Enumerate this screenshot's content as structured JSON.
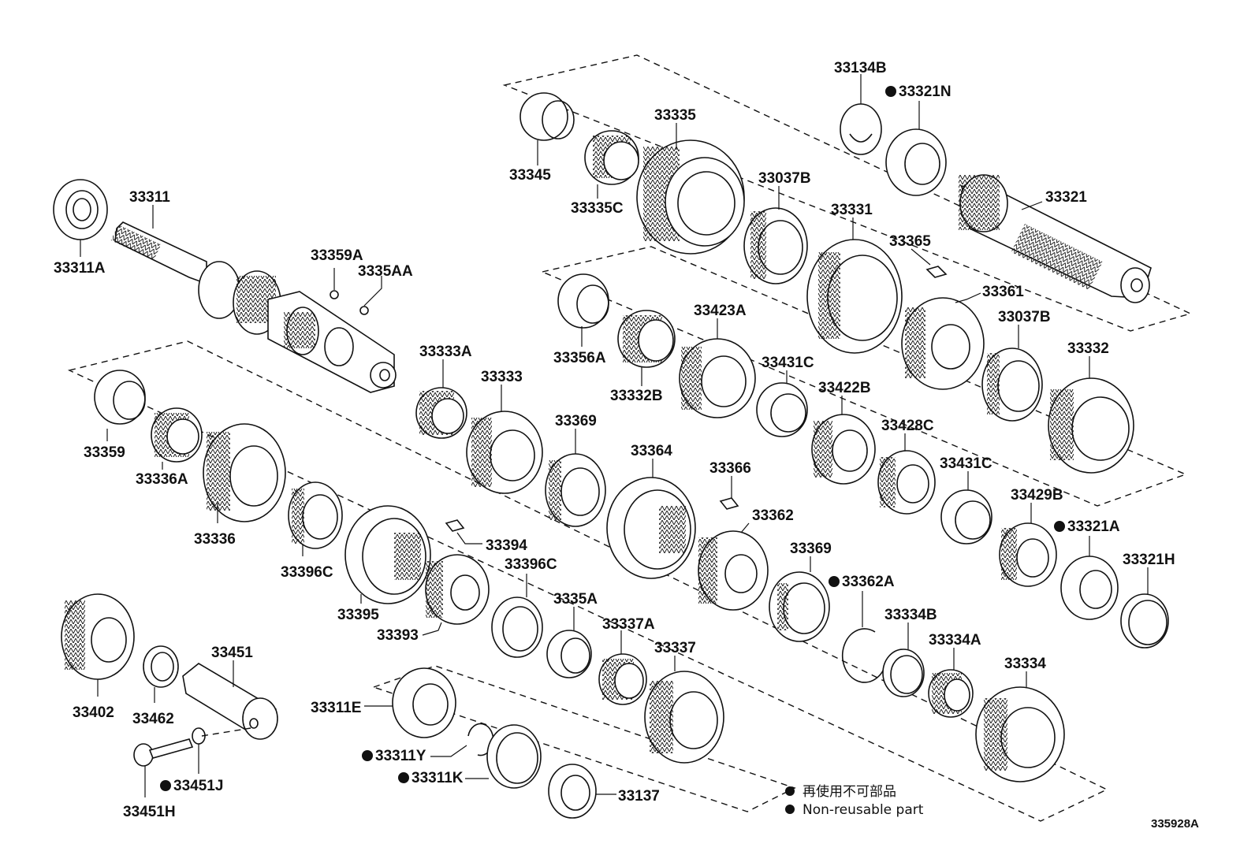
{
  "diagram_code": "335928A",
  "legend": {
    "japanese": "再使用不可部品",
    "english": "Non-reusable part"
  },
  "parts": [
    {
      "key": "p33311A",
      "label": "33311A",
      "non_reusable": false
    },
    {
      "key": "p33311",
      "label": "33311",
      "non_reusable": false
    },
    {
      "key": "p33359A",
      "label": "33359A",
      "non_reusable": false
    },
    {
      "key": "p3335AA",
      "label": "3335AA",
      "non_reusable": false
    },
    {
      "key": "p33345",
      "label": "33345",
      "non_reusable": false
    },
    {
      "key": "p33335C",
      "label": "33335C",
      "non_reusable": false
    },
    {
      "key": "p33335",
      "label": "33335",
      "non_reusable": false
    },
    {
      "key": "p33037B_a",
      "label": "33037B",
      "non_reusable": false
    },
    {
      "key": "p33134B",
      "label": "33134B",
      "non_reusable": false
    },
    {
      "key": "p33321N",
      "label": "33321N",
      "non_reusable": true
    },
    {
      "key": "p33321",
      "label": "33321",
      "non_reusable": false
    },
    {
      "key": "p33331",
      "label": "33331",
      "non_reusable": false
    },
    {
      "key": "p33365",
      "label": "33365",
      "non_reusable": false
    },
    {
      "key": "p33361",
      "label": "33361",
      "non_reusable": false
    },
    {
      "key": "p33037B_b",
      "label": "33037B",
      "non_reusable": false
    },
    {
      "key": "p33332",
      "label": "33332",
      "non_reusable": false
    },
    {
      "key": "p33356A",
      "label": "33356A",
      "non_reusable": false
    },
    {
      "key": "p33332B",
      "label": "33332B",
      "non_reusable": false
    },
    {
      "key": "p33423A",
      "label": "33423A",
      "non_reusable": false
    },
    {
      "key": "p33431C_a",
      "label": "33431C",
      "non_reusable": false
    },
    {
      "key": "p33422B",
      "label": "33422B",
      "non_reusable": false
    },
    {
      "key": "p33428C",
      "label": "33428C",
      "non_reusable": false
    },
    {
      "key": "p33431C_b",
      "label": "33431C",
      "non_reusable": false
    },
    {
      "key": "p33429B",
      "label": "33429B",
      "non_reusable": false
    },
    {
      "key": "p33321A",
      "label": "33321A",
      "non_reusable": true
    },
    {
      "key": "p33321H",
      "label": "33321H",
      "non_reusable": false
    },
    {
      "key": "p33333A",
      "label": "33333A",
      "non_reusable": false
    },
    {
      "key": "p33333",
      "label": "33333",
      "non_reusable": false
    },
    {
      "key": "p33369_a",
      "label": "33369",
      "non_reusable": false
    },
    {
      "key": "p33364",
      "label": "33364",
      "non_reusable": false
    },
    {
      "key": "p33366",
      "label": "33366",
      "non_reusable": false
    },
    {
      "key": "p33362",
      "label": "33362",
      "non_reusable": false
    },
    {
      "key": "p33369_b",
      "label": "33369",
      "non_reusable": false
    },
    {
      "key": "p33362A",
      "label": "33362A",
      "non_reusable": true
    },
    {
      "key": "p33334B",
      "label": "33334B",
      "non_reusable": false
    },
    {
      "key": "p33334A",
      "label": "33334A",
      "non_reusable": false
    },
    {
      "key": "p33334",
      "label": "33334",
      "non_reusable": false
    },
    {
      "key": "p33359",
      "label": "33359",
      "non_reusable": false
    },
    {
      "key": "p33336A",
      "label": "33336A",
      "non_reusable": false
    },
    {
      "key": "p33336",
      "label": "33336",
      "non_reusable": false
    },
    {
      "key": "p33396C_a",
      "label": "33396C",
      "non_reusable": false
    },
    {
      "key": "p33395",
      "label": "33395",
      "non_reusable": false
    },
    {
      "key": "p33394",
      "label": "33394",
      "non_reusable": false
    },
    {
      "key": "p33393",
      "label": "33393",
      "non_reusable": false
    },
    {
      "key": "p33396C_b",
      "label": "33396C",
      "non_reusable": false
    },
    {
      "key": "p3335A",
      "label": "3335A",
      "non_reusable": false
    },
    {
      "key": "p33337A",
      "label": "33337A",
      "non_reusable": false
    },
    {
      "key": "p33337",
      "label": "33337",
      "non_reusable": false
    },
    {
      "key": "p33402",
      "label": "33402",
      "non_reusable": false
    },
    {
      "key": "p33462",
      "label": "33462",
      "non_reusable": false
    },
    {
      "key": "p33451",
      "label": "33451",
      "non_reusable": false
    },
    {
      "key": "p33451J",
      "label": "33451J",
      "non_reusable": true
    },
    {
      "key": "p33451H",
      "label": "33451H",
      "non_reusable": false
    },
    {
      "key": "p33311E",
      "label": "33311E",
      "non_reusable": false
    },
    {
      "key": "p33311Y",
      "label": "33311Y",
      "non_reusable": true
    },
    {
      "key": "p33311K",
      "label": "33311K",
      "non_reusable": true
    },
    {
      "key": "p33137",
      "label": "33137",
      "non_reusable": false
    }
  ]
}
